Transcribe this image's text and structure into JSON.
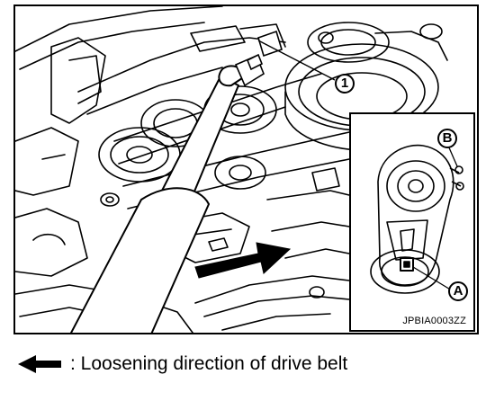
{
  "figure": {
    "callout_1": "1",
    "callout_a": "A",
    "callout_b": "B",
    "image_id": "JPBIA0003ZZ"
  },
  "legend": {
    "arrow_icon": "left-arrow-icon",
    "text": ": Loosening direction of drive belt"
  }
}
